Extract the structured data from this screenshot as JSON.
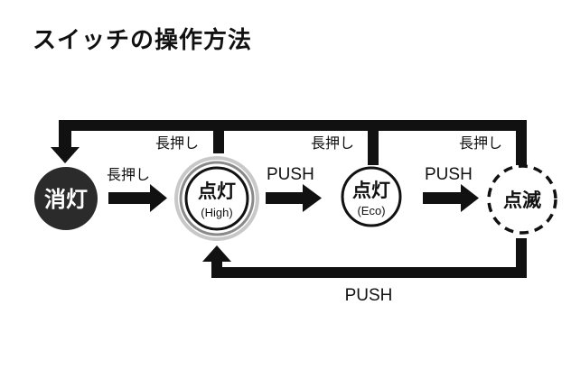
{
  "title": "スイッチの操作方法",
  "nodes": {
    "off": {
      "label": "消灯"
    },
    "high": {
      "label": "点灯",
      "sub": "(High)"
    },
    "eco": {
      "label": "点灯",
      "sub": "(Eco)"
    },
    "blink": {
      "label": "点滅"
    }
  },
  "edges": {
    "off_to_high": "長押し",
    "high_to_eco": "PUSH",
    "eco_to_blink": "PUSH",
    "blink_to_high": "PUSH",
    "long_press_high": "長押し",
    "long_press_eco": "長押し",
    "long_press_blink": "長押し"
  },
  "colors": {
    "ink": "#111111",
    "off_fill": "#2b2b2b",
    "ring_outer": "#bdbdbd",
    "ring_mid": "#8a8a8a"
  }
}
